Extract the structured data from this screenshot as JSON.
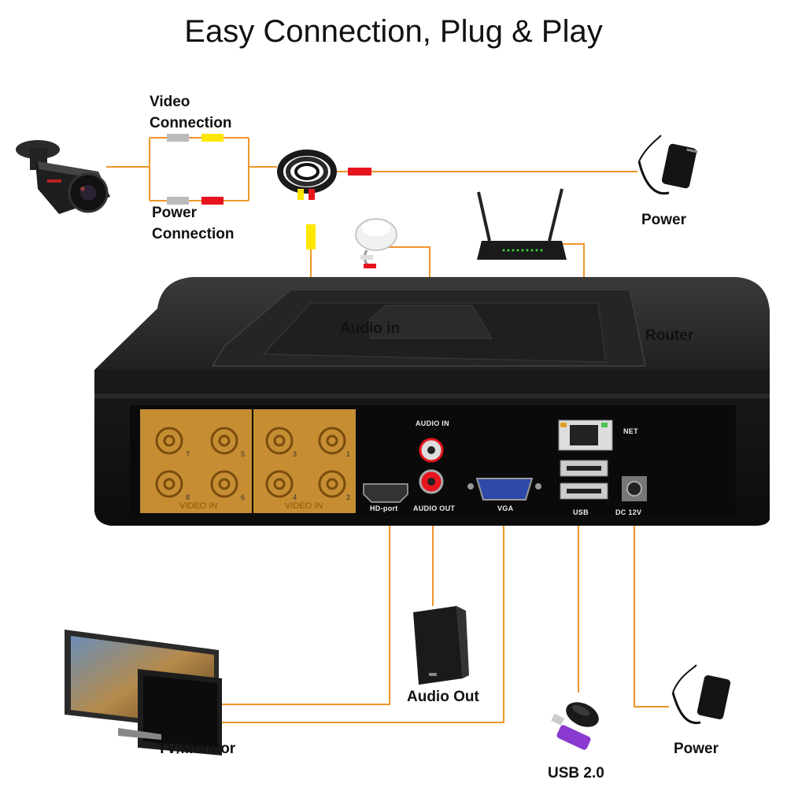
{
  "title": "Easy Connection, Plug & Play",
  "labels": {
    "video_connection": "Video Connection",
    "power_connection": "Power Connection",
    "power_top": "Power",
    "audio_in": "Audio in",
    "router": "Router",
    "audio_out": "Audio Out",
    "tv_monitor": "TV/Monitor",
    "usb": "USB 2.0",
    "power_bottom": "Power"
  },
  "port_labels": {
    "audio_in": "AUDIO IN",
    "audio_out": "AUDIO OUT",
    "hd_port": "HD-port",
    "vga": "VGA",
    "usb": "USB",
    "net": "NET",
    "dc": "DC 12V",
    "video_in_left": "VIDEO IN",
    "video_in_right": "VIDEO IN"
  },
  "channel_numbers": [
    "7",
    "5",
    "3",
    "1",
    "8",
    "6",
    "4",
    "2"
  ],
  "colors": {
    "connector_line": "#f0962a",
    "highlight": "#e8a53a",
    "dvr_body": "#1c1c1c",
    "cable_yellow": "#ffe600",
    "cable_red": "#e8141e",
    "cable_gray": "#bbbbbb"
  },
  "icons": [
    "camera-icon",
    "cable-coil-icon",
    "power-adapter-icon",
    "microphone-icon",
    "router-icon",
    "dvr-icon",
    "speaker-icon",
    "monitor-icon",
    "mouse-icon",
    "usb-drive-icon"
  ]
}
